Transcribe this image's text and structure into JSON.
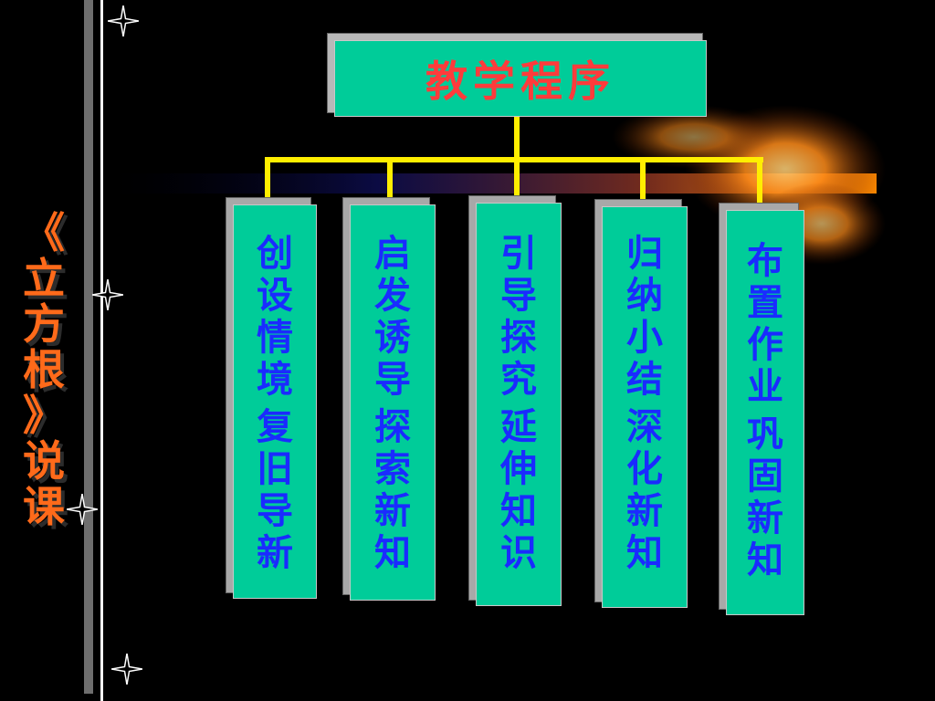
{
  "side_title": {
    "chars": [
      "《",
      "立",
      "方",
      "根",
      "》",
      "说",
      "课"
    ]
  },
  "diagram": {
    "root": {
      "label": "教学程序"
    },
    "steps": [
      {
        "line1": "创设情境",
        "line2": "复旧导新"
      },
      {
        "line1": "启发诱导",
        "line2": "探索新知"
      },
      {
        "line1": "引导探究",
        "line2": "延伸知识"
      },
      {
        "line1": "归纳小结",
        "line2": "深化新知"
      },
      {
        "line1": "布置作业",
        "line2": "巩固新知"
      }
    ]
  },
  "colors": {
    "box_fill": "#00cc99",
    "title_text": "#ff3b3b",
    "step_text": "#1a2bff",
    "connector": "#ffee00",
    "side_title": "#ff6a1a",
    "background": "#000000"
  },
  "icons": [
    "sparkle-star-icon"
  ]
}
